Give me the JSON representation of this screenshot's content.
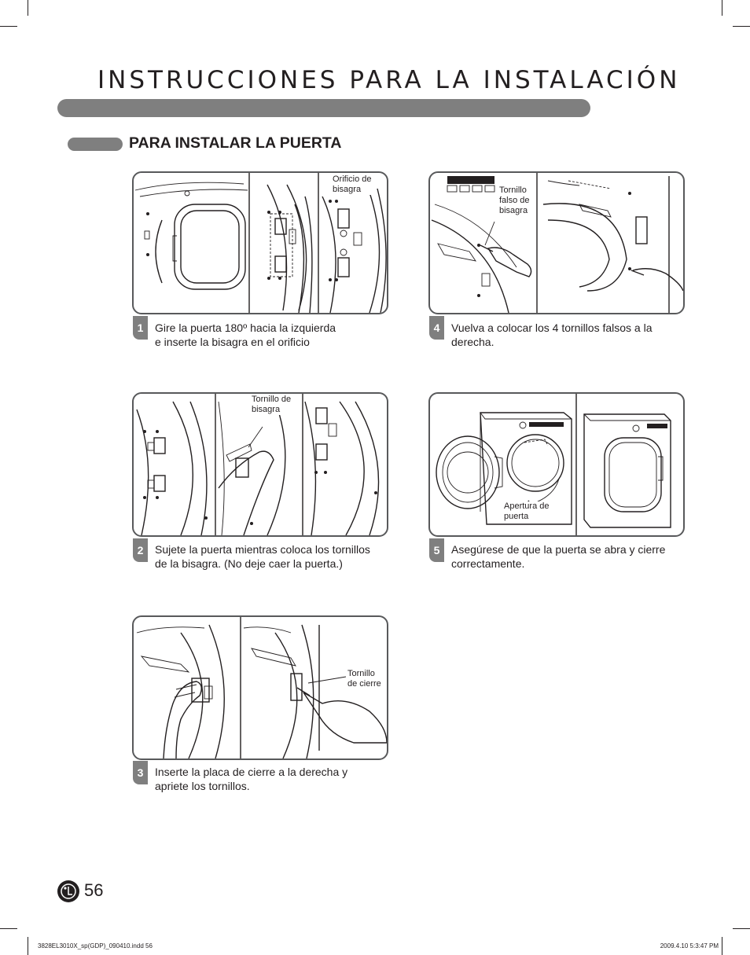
{
  "header": {
    "title": "INSTRUCCIONES PARA LA INSTALACIÓN",
    "section_title": "PARA INSTALAR LA PUERTA"
  },
  "steps": [
    {
      "number": "1",
      "text_line1": "Gire la puerta 180º hacia la izquierda",
      "text_line2": "e inserte la bisagra en el orificio",
      "callouts": [
        {
          "line1": "Orificio de",
          "line2": "bisagra"
        }
      ]
    },
    {
      "number": "2",
      "text_line1": "Sujete la puerta mientras coloca los tornillos",
      "text_line2": "de la bisagra. (No deje caer la puerta.)",
      "callouts": [
        {
          "line1": "Tornillo de",
          "line2": "bisagra"
        }
      ]
    },
    {
      "number": "3",
      "text_line1": "Inserte la placa de cierre a la derecha y",
      "text_line2": "apriete los tornillos.",
      "callouts": [
        {
          "line1": "Tornillo",
          "line2": "de cierre"
        }
      ]
    },
    {
      "number": "4",
      "text_line1": "Vuelva a colocar los 4 tornillos falsos a la",
      "text_line2": "derecha.",
      "callouts": [
        {
          "line1": "Tornillo",
          "line2": "falso de",
          "line3": "bisagra"
        }
      ]
    },
    {
      "number": "5",
      "text_line1": "Asegúrese de que la puerta se abra y cierre",
      "text_line2": "correctamente.",
      "callouts": [
        {
          "line1": "Apertura de",
          "line2": "puerta"
        }
      ]
    }
  ],
  "footer": {
    "page_number": "56",
    "file_info": "3828EL3010X_sp(GDP)_090410.indd   56",
    "timestamp": "2009.4.10   5:3:47 PM",
    "logo_icon": "lg-logo-icon"
  },
  "colors": {
    "bar_gray": "#7f7f7f",
    "text": "#231f20",
    "border": "#58595b"
  }
}
